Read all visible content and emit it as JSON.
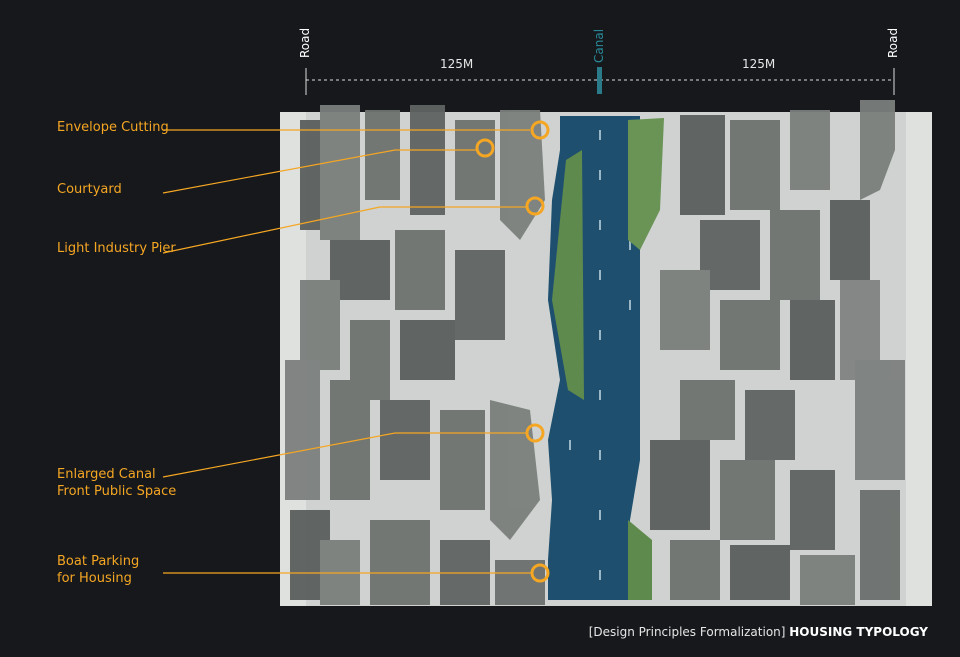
{
  "top": {
    "road_left": "Road",
    "canal": "Canal",
    "road_right": "Road",
    "dim_left": "125M",
    "dim_right": "125M"
  },
  "callouts": [
    {
      "line1": "Envelope Cutting",
      "line2": ""
    },
    {
      "line1": "Courtyard",
      "line2": ""
    },
    {
      "line1": "Light Industry Pier",
      "line2": ""
    },
    {
      "line1": "Enlarged Canal",
      "line2": "Front  Public Space"
    },
    {
      "line1": "Boat Parking",
      "line2": "for Housing"
    }
  ],
  "caption": {
    "prefix": "[Design Principles Formalization] ",
    "title": "HOUSING TYPOLOGY"
  },
  "colors": {
    "accent": "#f5a623",
    "canal": "#1e4f6e",
    "canal_marker": "#2a7a8a",
    "background": "#16181c"
  }
}
